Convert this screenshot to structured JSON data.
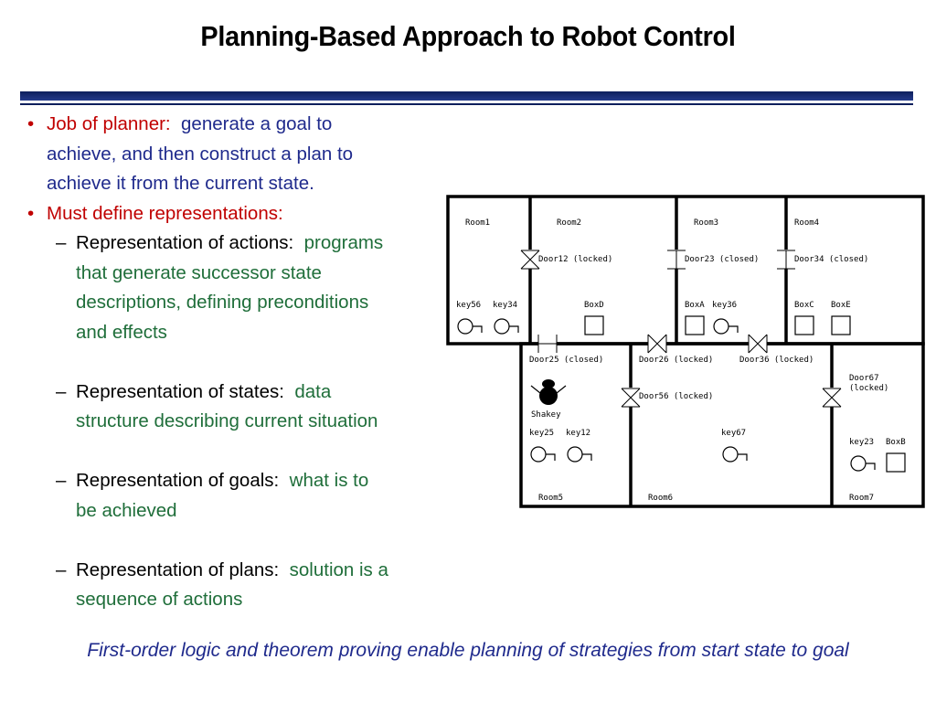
{
  "slide": {
    "title": "Planning-Based Approach to Robot Control",
    "bullets": {
      "b1_label": "Job of planner:",
      "b1_text_l1": "generate a goal to",
      "b1_text_l2": "achieve, and then construct a plan to",
      "b1_text_l3": "achieve it from the current state.",
      "b2_label": "Must define representations:"
    },
    "sub": {
      "actions_label": "Representation of actions:",
      "actions_l1": "programs",
      "actions_l2": "that generate successor state",
      "actions_l3": "descriptions, defining preconditions",
      "actions_l4": "and effects",
      "states_label": "Representation of states:",
      "states_l1": "data",
      "states_l2": "structure describing current situation",
      "goals_label": "Representation of goals:",
      "goals_l1": "what is to",
      "goals_l2": "be achieved",
      "plans_label": "Representation of plans:",
      "plans_l1": "solution is a",
      "plans_l2": "sequence of actions"
    },
    "footer": "First-order logic and theorem proving enable planning of strategies from start state to goal"
  },
  "diagram": {
    "rooms": {
      "room1": "Room1",
      "room2": "Room2",
      "room3": "Room3",
      "room4": "Room4",
      "room5": "Room5",
      "room6": "Room6",
      "room7": "Room7"
    },
    "doors": {
      "door12": "Door12 (locked)",
      "door23": "Door23 (closed)",
      "door34": "Door34 (closed)",
      "door25": "Door25 (closed)",
      "door26": "Door26 (locked)",
      "door36": "Door36 (locked)",
      "door56": "Door56 (locked)",
      "door67_l1": "Door67",
      "door67_l2": "(locked)"
    },
    "objects": {
      "key56": "key56",
      "key34": "key34",
      "boxd": "BoxD",
      "boxa": "BoxA",
      "key36": "key36",
      "boxc": "BoxC",
      "boxe": "BoxE",
      "shakey": "Shakey",
      "key25": "key25",
      "key12": "key12",
      "key67": "key67",
      "key23": "key23",
      "boxb": "BoxB"
    }
  }
}
